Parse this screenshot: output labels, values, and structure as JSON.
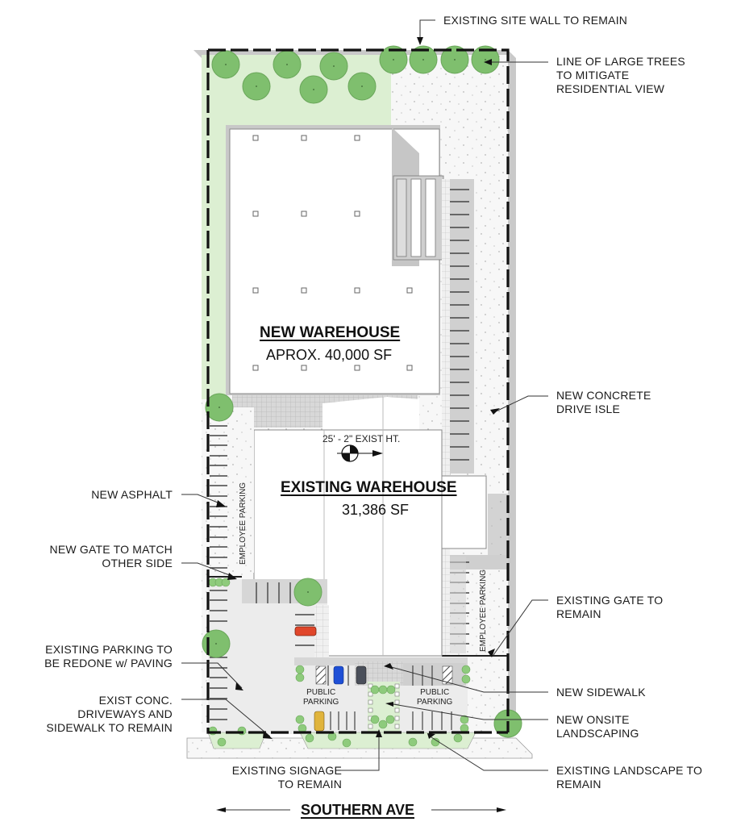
{
  "plan": {
    "new_building": {
      "title": "NEW WAREHOUSE",
      "area": "APROX. 40,000 SF"
    },
    "existing_building": {
      "title": "EXISTING WAREHOUSE",
      "area": "31,386 SF",
      "height_marker": "25' - 2\" EXIST HT."
    },
    "parking_labels": {
      "employee_left": "EMPLOYEE PARKING",
      "employee_right": "EMPLOYEE PARKING",
      "public_left": "PUBLIC\nPARKING",
      "public_right": "PUBLIC\nPARKING"
    },
    "street": "SOUTHERN AVE"
  },
  "callouts": {
    "site_wall": "EXISTING SITE WALL TO REMAIN",
    "trees": "LINE OF LARGE TREES\nTO MITIGATE\nRESIDENTIAL VIEW",
    "drive_isle": "NEW CONCRETE\nDRIVE ISLE",
    "asphalt": "NEW ASPHALT",
    "new_gate": "NEW GATE TO MATCH\nOTHER SIDE",
    "existing_gate": "EXISTING GATE TO\nREMAIN",
    "parking_redone": "EXISTING PARKING TO\nBE REDONE w/ PAVING",
    "sidewalk": "NEW SIDEWALK",
    "driveways": "EXIST CONC.\nDRIVEWAYS AND\nSIDEWALK TO REMAIN",
    "landscaping": "NEW ONSITE\nLANDSCAPING",
    "signage": "EXISTING SIGNAGE\nTO REMAIN",
    "landscape_remain": "EXISTING LANDSCAPE TO\nREMAIN"
  },
  "colors": {
    "lawn": "#dcefd2",
    "tree": "#7fbf6e",
    "paving": "#cfcfcf",
    "concrete": "#f6f6f6",
    "car_red": "#e0462a",
    "car_blue": "#1e4fd6",
    "car_yellow": "#e0b43c",
    "car_dark": "#4a4f5a"
  }
}
